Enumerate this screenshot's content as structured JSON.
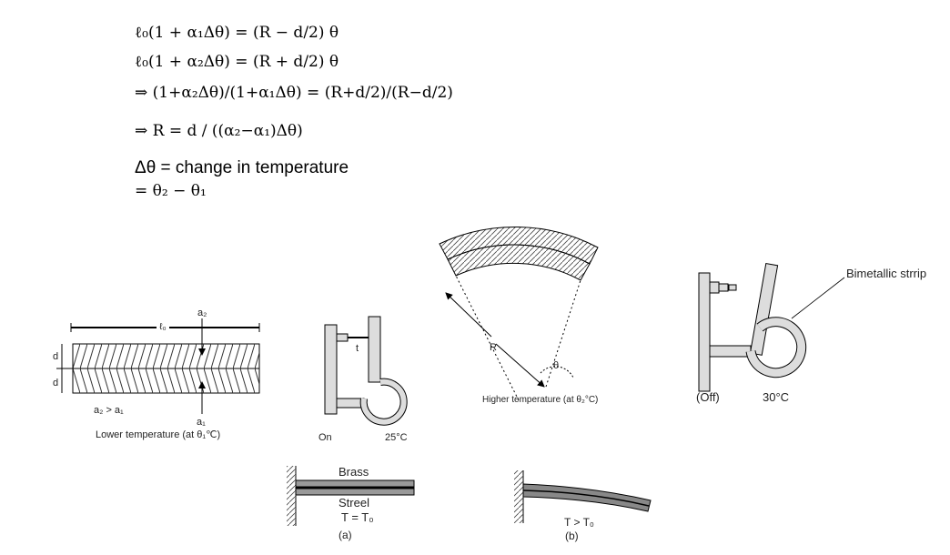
{
  "equations": {
    "line1": "ℓ₀(1 + α₁Δθ) = (R − d/2) θ",
    "line2": "ℓ₀(1 + α₂Δθ) = (R + d/2) θ",
    "line3": "⇒ (1+α₂Δθ)/(1+α₁Δθ) = (R+d/2)/(R−d/2)",
    "line4": "⇒ R = d / ((α₂−α₁)Δθ)",
    "line5": "Δθ =  change in temperature",
    "line6": "= θ₂ − θ₁"
  },
  "strip_diagram": {
    "length_label": "ℓ₀",
    "a2_label": "a₂",
    "a1_label": "a₁",
    "d_top": "d",
    "d_bottom": "d",
    "relation": "a₂ > a₁",
    "caption": "Lower temperature (at θ₁℃)"
  },
  "thermostat_on": {
    "t_label": "t",
    "state": "On",
    "temp": "25°C"
  },
  "arc_diagram": {
    "radius_label": "R",
    "angle_label": "θ",
    "caption": "Higher temperature (at θ₂°C)"
  },
  "thermostat_off": {
    "strip_label": "Bimetallic strrip",
    "state": "(Off)",
    "temp": "30°C"
  },
  "cantilever_a": {
    "top_label": "Brass",
    "bottom_label": "Streel",
    "condition": "T = T₀",
    "caption": "(a)"
  },
  "cantilever_b": {
    "condition": "T > T₀",
    "caption": "(b)"
  }
}
